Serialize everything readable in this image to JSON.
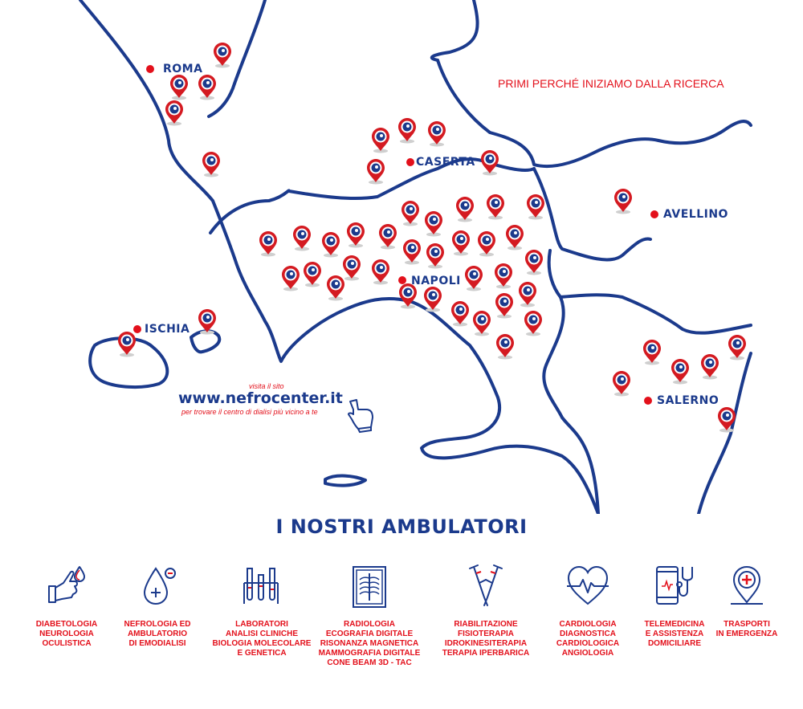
{
  "tagline": "PRIMI PERCHÉ INIZIAMO DALLA RICERCA",
  "cities": [
    {
      "name": "ROMA"
    },
    {
      "name": "CASERTA"
    },
    {
      "name": "AVELLINO"
    },
    {
      "name": "NAPOLI"
    },
    {
      "name": "ISCHIA"
    },
    {
      "name": "SALERNO"
    }
  ],
  "marker_icon": "location-pin-icon",
  "colors": {
    "brand_blue": "#1b3a8c",
    "accent_red": "#e3101b",
    "pin_red": "#d41a21"
  },
  "visit": {
    "small": "visita il sito",
    "url": "www.nefrocenter.it",
    "sub": "per trovare il centro di dialisi più vicino a te"
  },
  "section_title": "I NOSTRI AMBULATORI",
  "services": [
    {
      "icon": "diabetes-hand-drop-icon",
      "lines": [
        "DIABETOLOGIA",
        "NEUROLOGIA",
        "OCULISTICA"
      ]
    },
    {
      "icon": "water-drop-icon",
      "lines": [
        "NEFROLOGIA ED",
        "AMBULATORIO",
        "DI EMODIALISI"
      ]
    },
    {
      "icon": "test-tubes-icon",
      "lines": [
        "LABORATORI",
        "ANALISI CLINICHE",
        "BIOLOGIA MOLECOLARE",
        "E GENETICA"
      ]
    },
    {
      "icon": "xray-icon",
      "lines": [
        "RADIOLOGIA",
        "ECOGRAFIA DIGITALE",
        "RISONANZA MAGNETICA",
        "MAMMOGRAFIA DIGITALE",
        "CONE BEAM 3D - TAC"
      ]
    },
    {
      "icon": "crutches-icon",
      "lines": [
        "RIABILITAZIONE",
        "FISIOTERAPIA",
        "IDROKINESITERAPIA",
        "TERAPIA IPERBARICA"
      ]
    },
    {
      "icon": "heart-pulse-icon",
      "lines": [
        "CARDIOLOGIA",
        "DIAGNOSTICA",
        "CARDIOLOGICA",
        "ANGIOLOGIA"
      ]
    },
    {
      "icon": "phone-stethoscope-icon",
      "lines": [
        "TELEMEDICINA",
        "E ASSISTENZA",
        "DOMICILIARE"
      ]
    },
    {
      "icon": "location-cross-icon",
      "lines": [
        "TRASPORTI",
        "IN EMERGENZA"
      ]
    }
  ]
}
